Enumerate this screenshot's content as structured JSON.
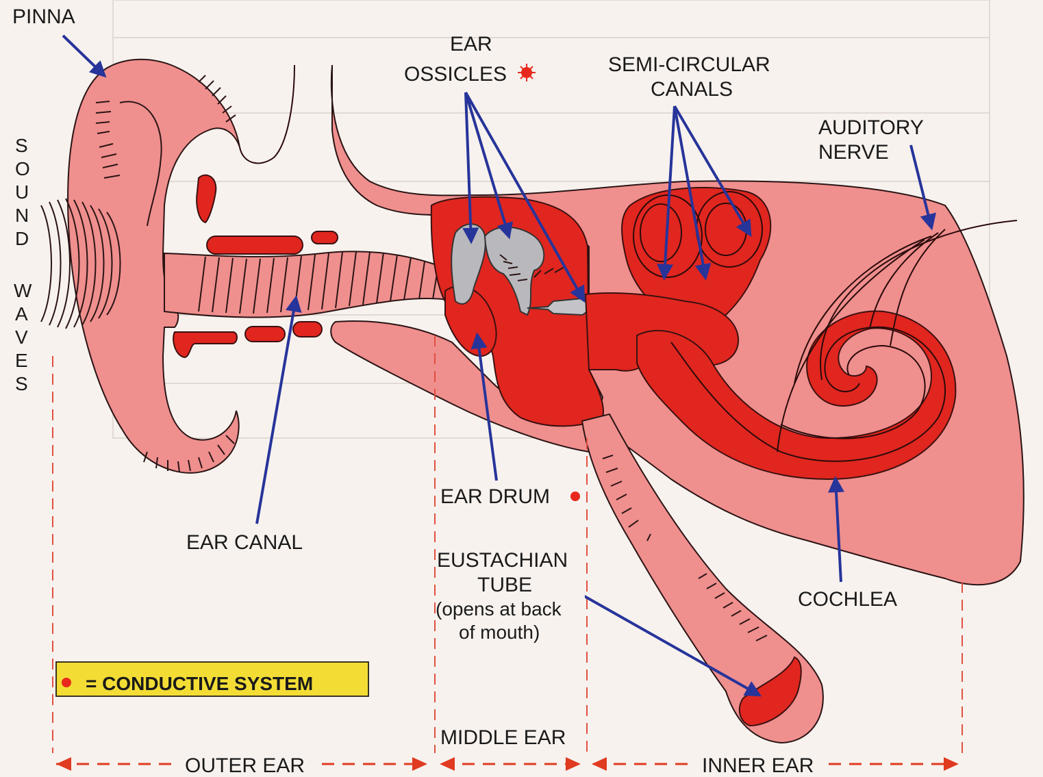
{
  "labels": {
    "pinna": "PINNA",
    "sound_waves": "SOUND WAVES",
    "ear_ossicles_1": "EAR",
    "ear_ossicles_2": "OSSICLES",
    "semicircular_1": "SEMI-CIRCULAR",
    "semicircular_2": "CANALS",
    "auditory_1": "AUDITORY",
    "auditory_2": "NERVE",
    "ear_canal": "EAR CANAL",
    "ear_drum": "EAR DRUM",
    "eustachian_1": "EUSTACHIAN",
    "eustachian_2": "TUBE",
    "eustachian_3": "(opens at back",
    "eustachian_4": "of mouth)",
    "cochlea": "COCHLEA",
    "middle_ear": "MIDDLE EAR",
    "outer_ear": "OUTER EAR",
    "inner_ear": "INNER EAR"
  },
  "legend": {
    "text": "= CONDUCTIVE SYSTEM"
  },
  "colors": {
    "tissue_pink": "#ef8f8e",
    "structure_red": "#e0261f",
    "arrow_blue": "#27349a",
    "legend_yellow": "#f3dd35",
    "marker_red": "#e8281c",
    "ossicle_grey": "#b9b9bd"
  }
}
